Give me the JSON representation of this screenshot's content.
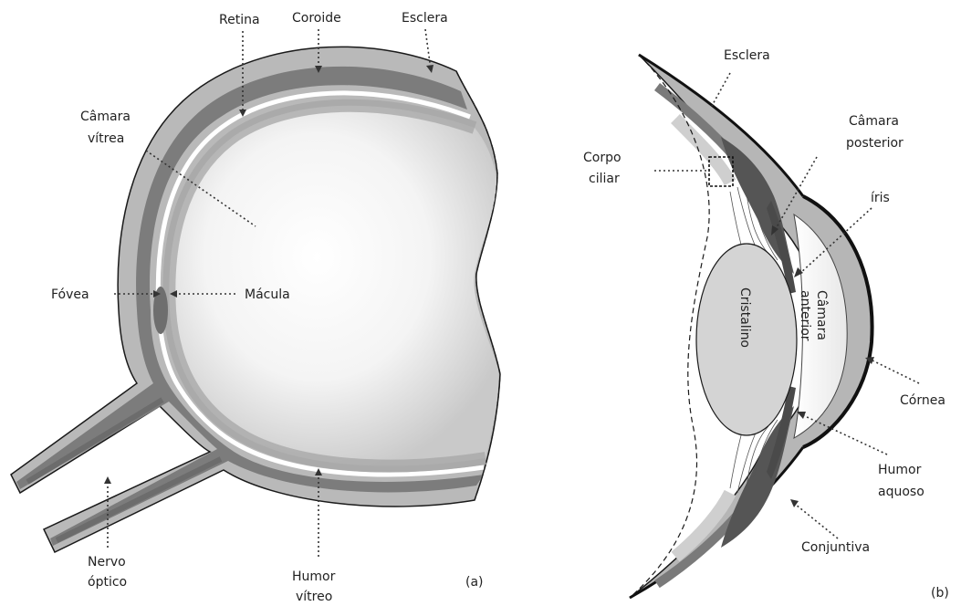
{
  "panel_a": {
    "caption": "(a)",
    "labels": {
      "retina": "Retina",
      "coroide": "Coroide",
      "esclera": "Esclera",
      "camara_vitrea_1": "Câmara",
      "camara_vitrea_2": "vítrea",
      "fovea": "Fóvea",
      "macula": "Mácula",
      "nervo_optico_1": "Nervo",
      "nervo_optico_2": "óptico",
      "humor_vitreo_1": "Humor",
      "humor_vitreo_2": "vítreo"
    }
  },
  "panel_b": {
    "caption": "(b)",
    "labels": {
      "esclera": "Esclera",
      "camara_posterior_1": "Câmara",
      "camara_posterior_2": "posterior",
      "corpo_ciliar_1": "Corpo",
      "corpo_ciliar_2": "ciliar",
      "iris": "íris",
      "cristalino": "Cristalino",
      "camara_anterior_1": "Câmara",
      "camara_anterior_2": "anterior",
      "cornea": "Córnea",
      "humor_aquoso_1": "Humor",
      "humor_aquoso_2": "aquoso",
      "conjuntiva": "Conjuntiva"
    }
  },
  "colors": {
    "sclera": "#b8b8b8",
    "choroid": "#7a7a7a",
    "dark_tissue": "#555555",
    "vitreous_center": "#ffffff",
    "vitreous_edge": "#cfcfcf"
  }
}
